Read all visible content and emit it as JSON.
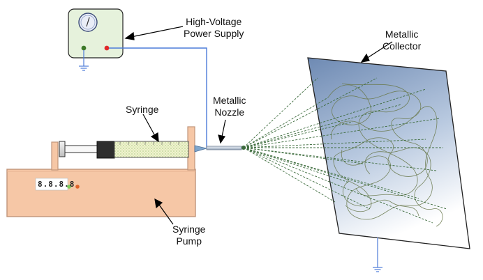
{
  "labels": {
    "power_supply": [
      "High-Voltage",
      "Power Supply"
    ],
    "collector": [
      "Metallic",
      "Collector"
    ],
    "nozzle": [
      "Metallic",
      "Nozzle"
    ],
    "syringe": "Syringe",
    "pump": [
      "Syringe",
      "Pump"
    ]
  },
  "pump_display": "8.8.8.8",
  "colors": {
    "power_box_fill": "#e6f2dc",
    "pump_fill": "#f6c7a6",
    "pump_stroke": "#c0957a",
    "collector_fill_top": "#6e8ab3",
    "collector_fill_bottom": "#ffffff",
    "wire": "#4c7bd9",
    "fiber": "#6b7a4e",
    "spray": "#3c6b3c",
    "indicator_green": "#7ccf5a",
    "indicator_orange": "#e0642a",
    "terminal_red": "#e02a2a",
    "terminal_green": "#3d7a2a"
  },
  "icons": [
    "voltmeter-dial-icon",
    "ground-symbol-icon"
  ]
}
